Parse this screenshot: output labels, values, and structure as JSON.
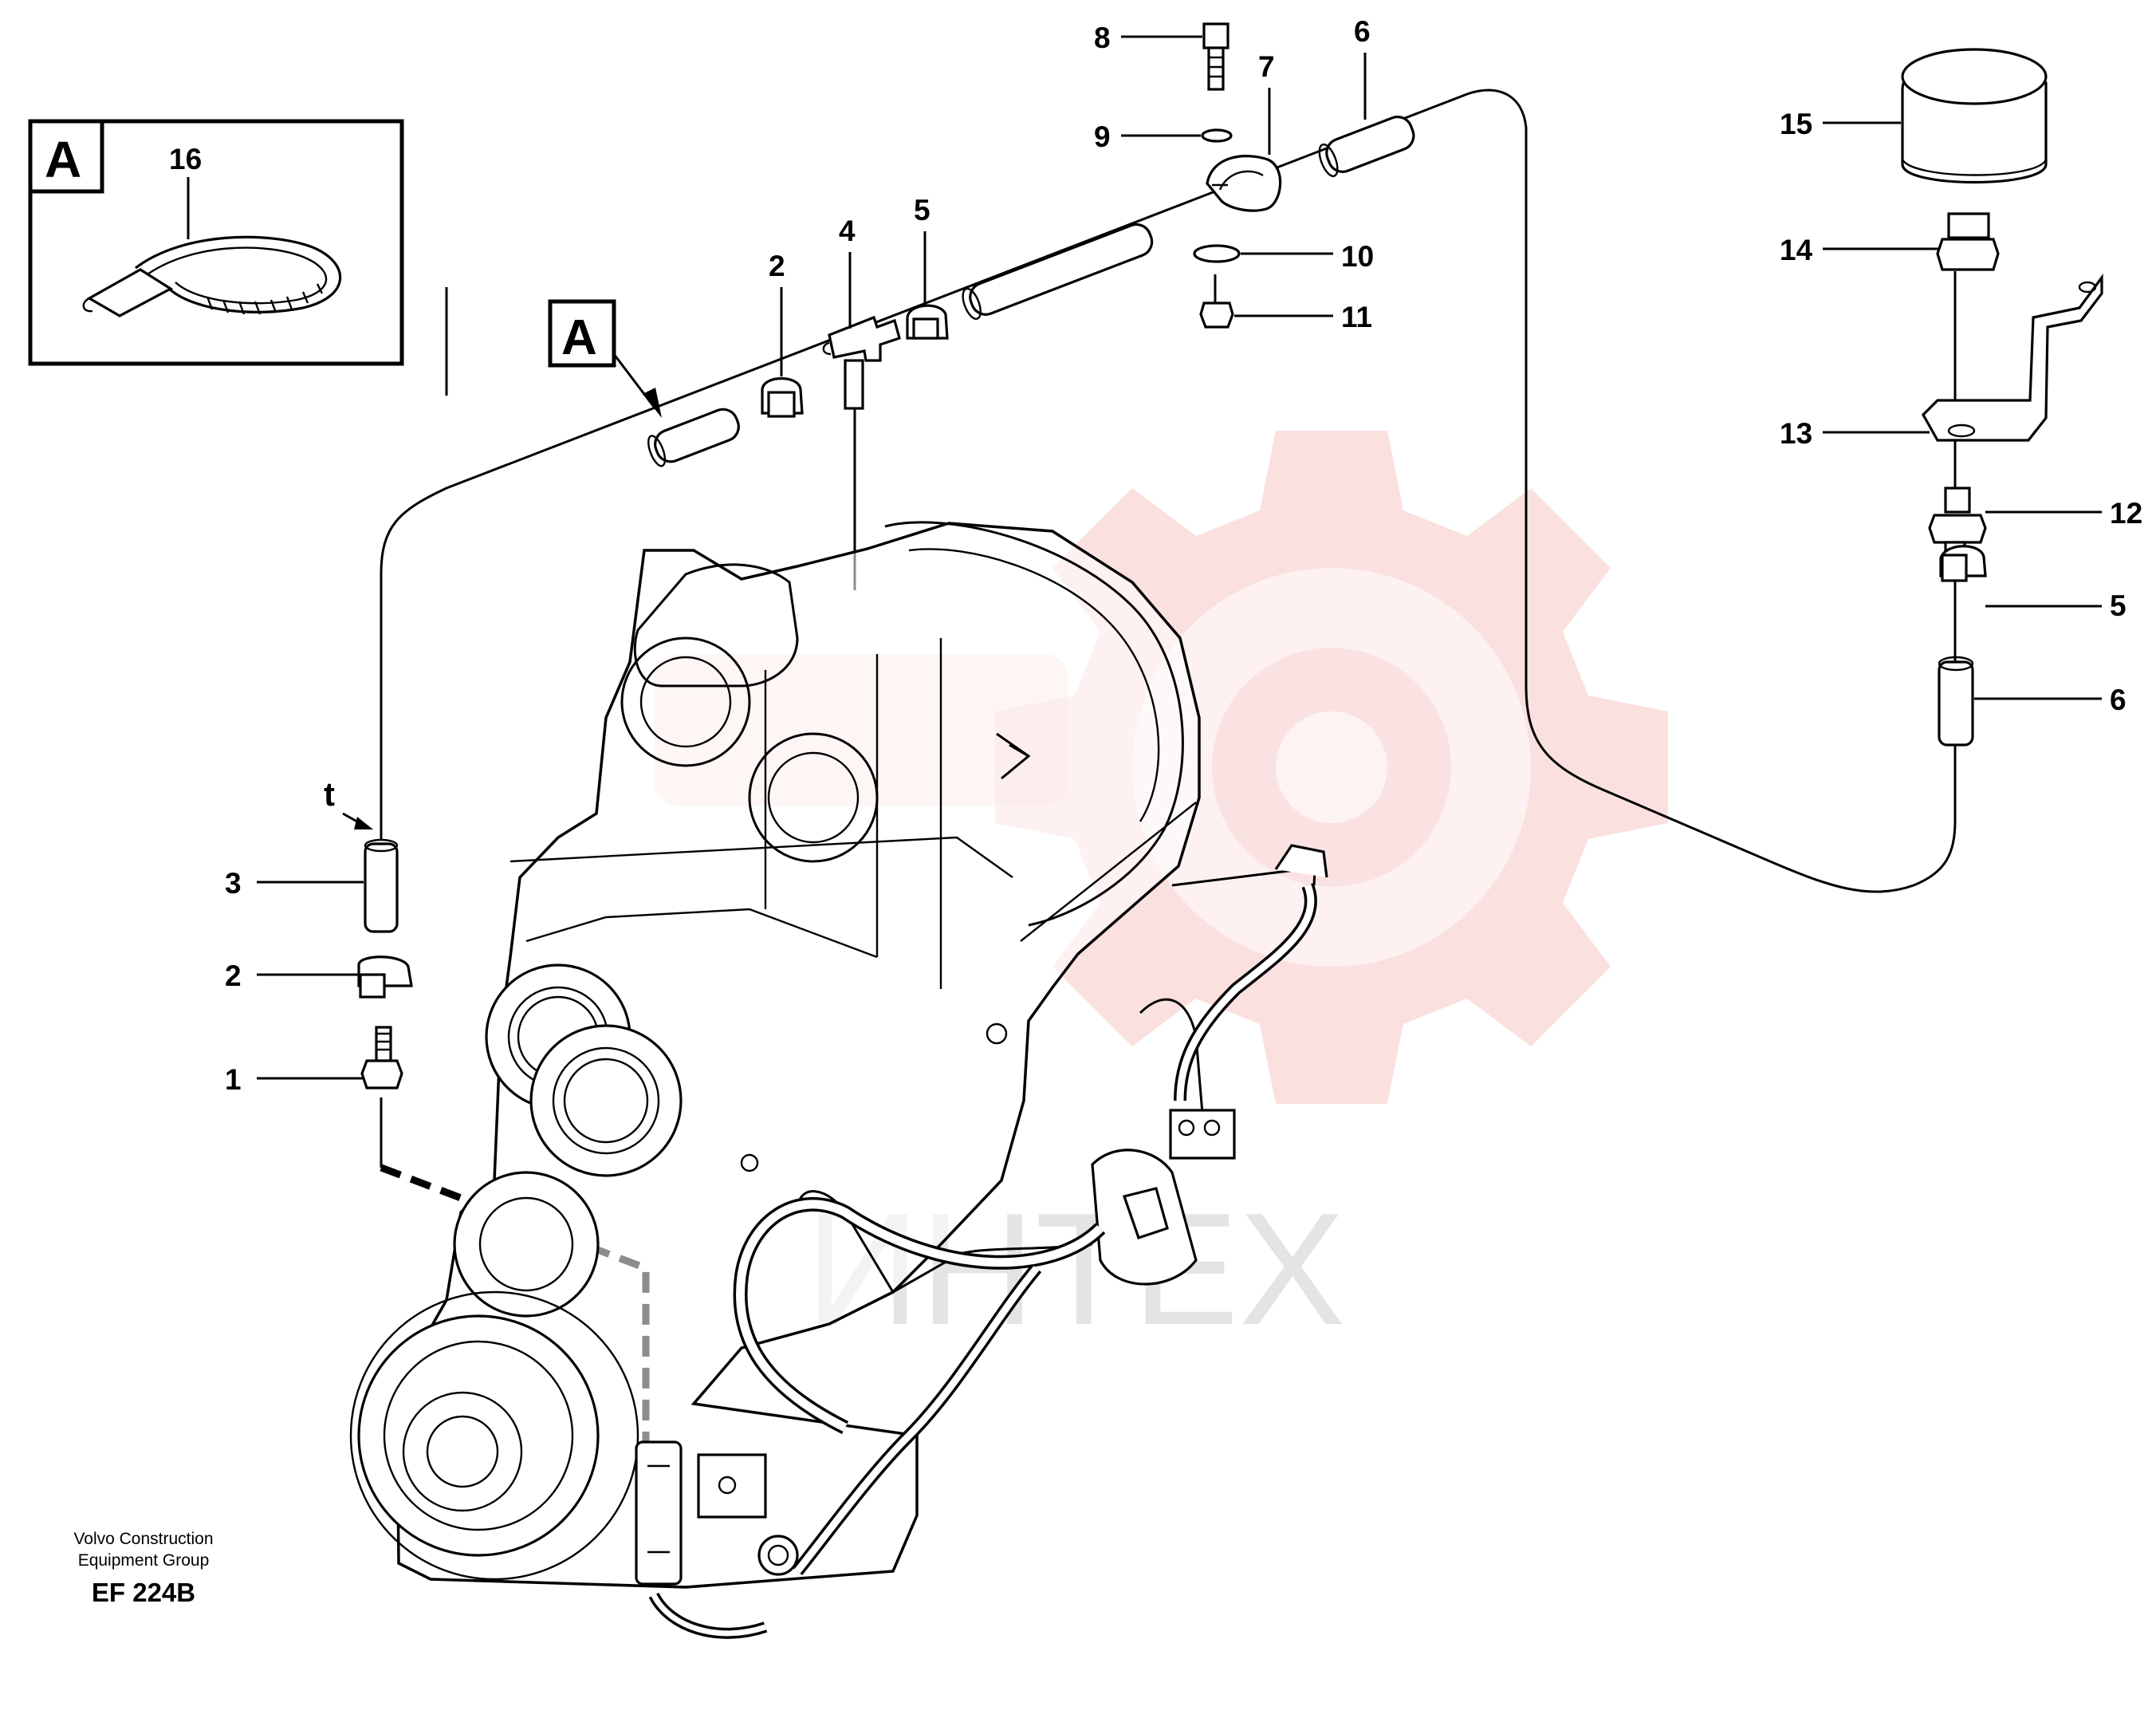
{
  "callouts": {
    "c1": "1",
    "c2a": "2",
    "c2b": "2",
    "c3": "3",
    "c4": "4",
    "c5a": "5",
    "c5b": "5",
    "c6a": "6",
    "c6b": "6",
    "c7": "7",
    "c8": "8",
    "c9": "9",
    "c10": "10",
    "c11": "11",
    "c12": "12",
    "c13": "13",
    "c14": "14",
    "c15": "15",
    "c16": "16"
  },
  "marker_t": "t",
  "detail_label": "A",
  "detail_ref_label": "A",
  "watermark": "ИНТЕХ",
  "footer": {
    "company_line1": "Volvo Construction",
    "company_line2": "Equipment Group",
    "code": "EF 224B"
  },
  "colors": {
    "watermark_red": "#f9d6d6",
    "watermark_gray": "#e4e4e4",
    "ink": "#000000"
  }
}
